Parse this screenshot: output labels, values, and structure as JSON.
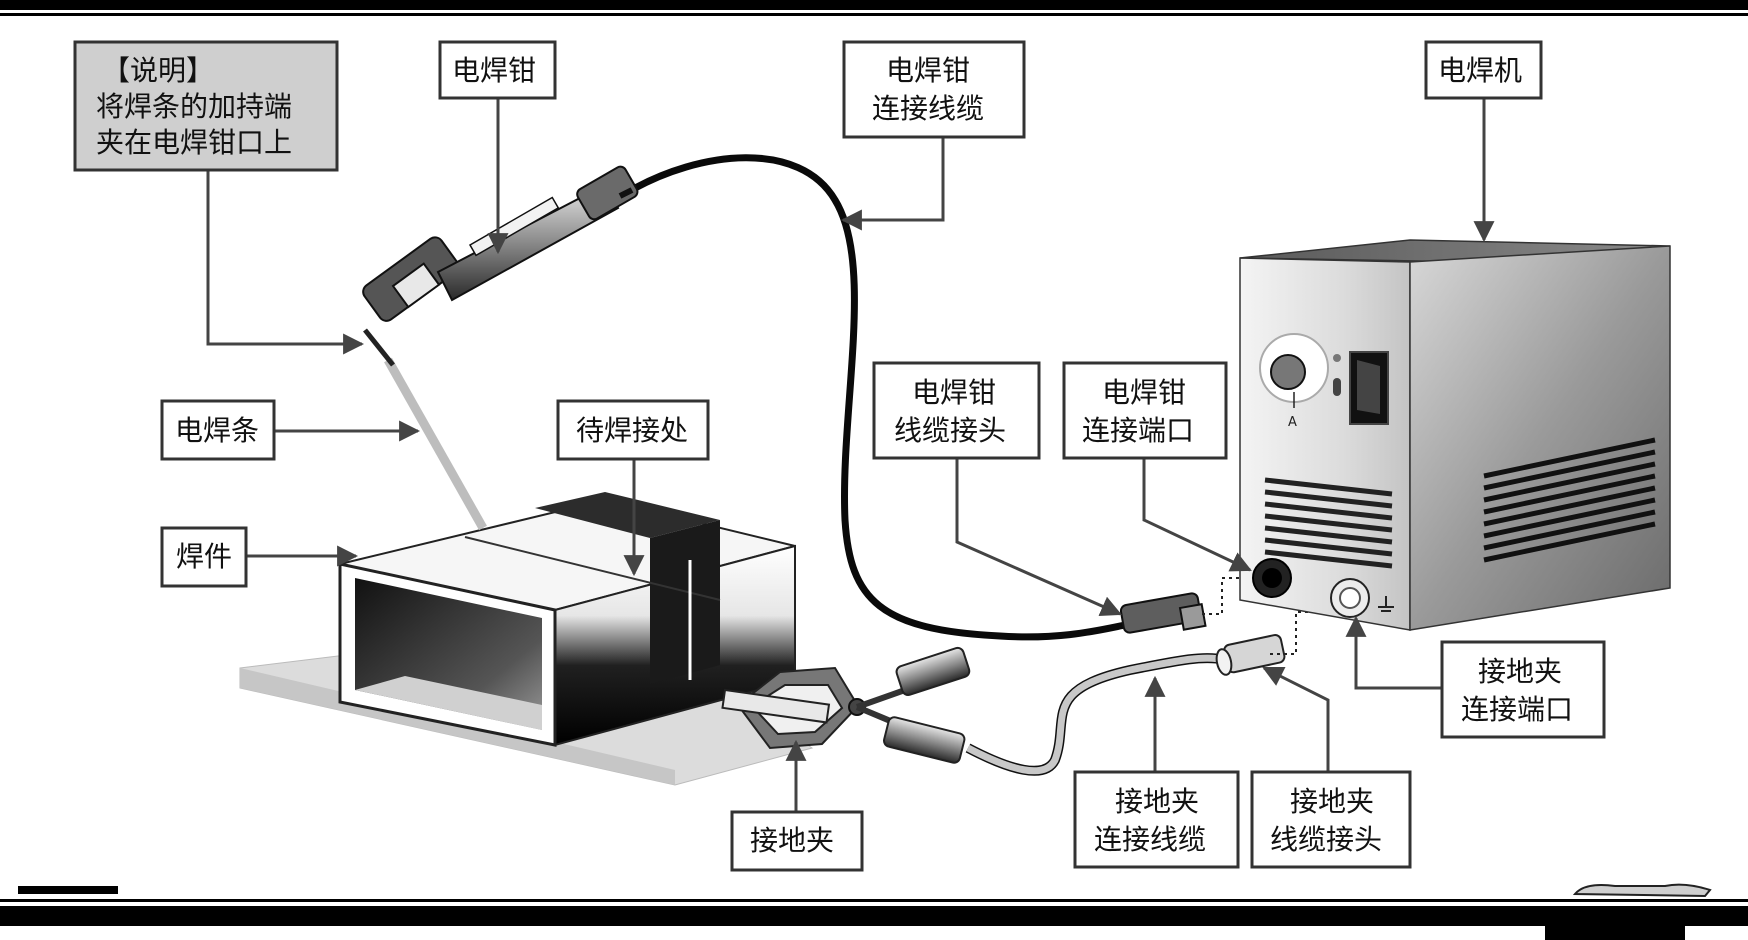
{
  "note": {
    "line1": "【说明】",
    "line2": "将焊条的加持端",
    "line3": "夹在电焊钳口上"
  },
  "labels": {
    "welding_tongs": "电焊钳",
    "tongs_cable_l1": "电焊钳",
    "tongs_cable_l2": "连接线缆",
    "welding_machine": "电焊机",
    "electrode": "电焊条",
    "weld_spot": "待焊接处",
    "workpiece": "焊件",
    "tongs_connector_l1": "电焊钳",
    "tongs_connector_l2": "线缆接头",
    "tongs_port_l1": "电焊钳",
    "tongs_port_l2": "连接端口",
    "clamp_port_l1": "接地夹",
    "clamp_port_l2": "连接端口",
    "ground_clamp": "接地夹",
    "clamp_cable_l1": "接地夹",
    "clamp_cable_l2": "连接线缆",
    "clamp_connector_l1": "接地夹",
    "clamp_connector_l2": "线缆接头"
  },
  "machine": {
    "dial_unit": "A"
  },
  "colors": {
    "cable_tongs": "#111111",
    "cable_ground": "#bdbdbd",
    "note_fill": "#cfcfcf",
    "border": "#000000"
  }
}
